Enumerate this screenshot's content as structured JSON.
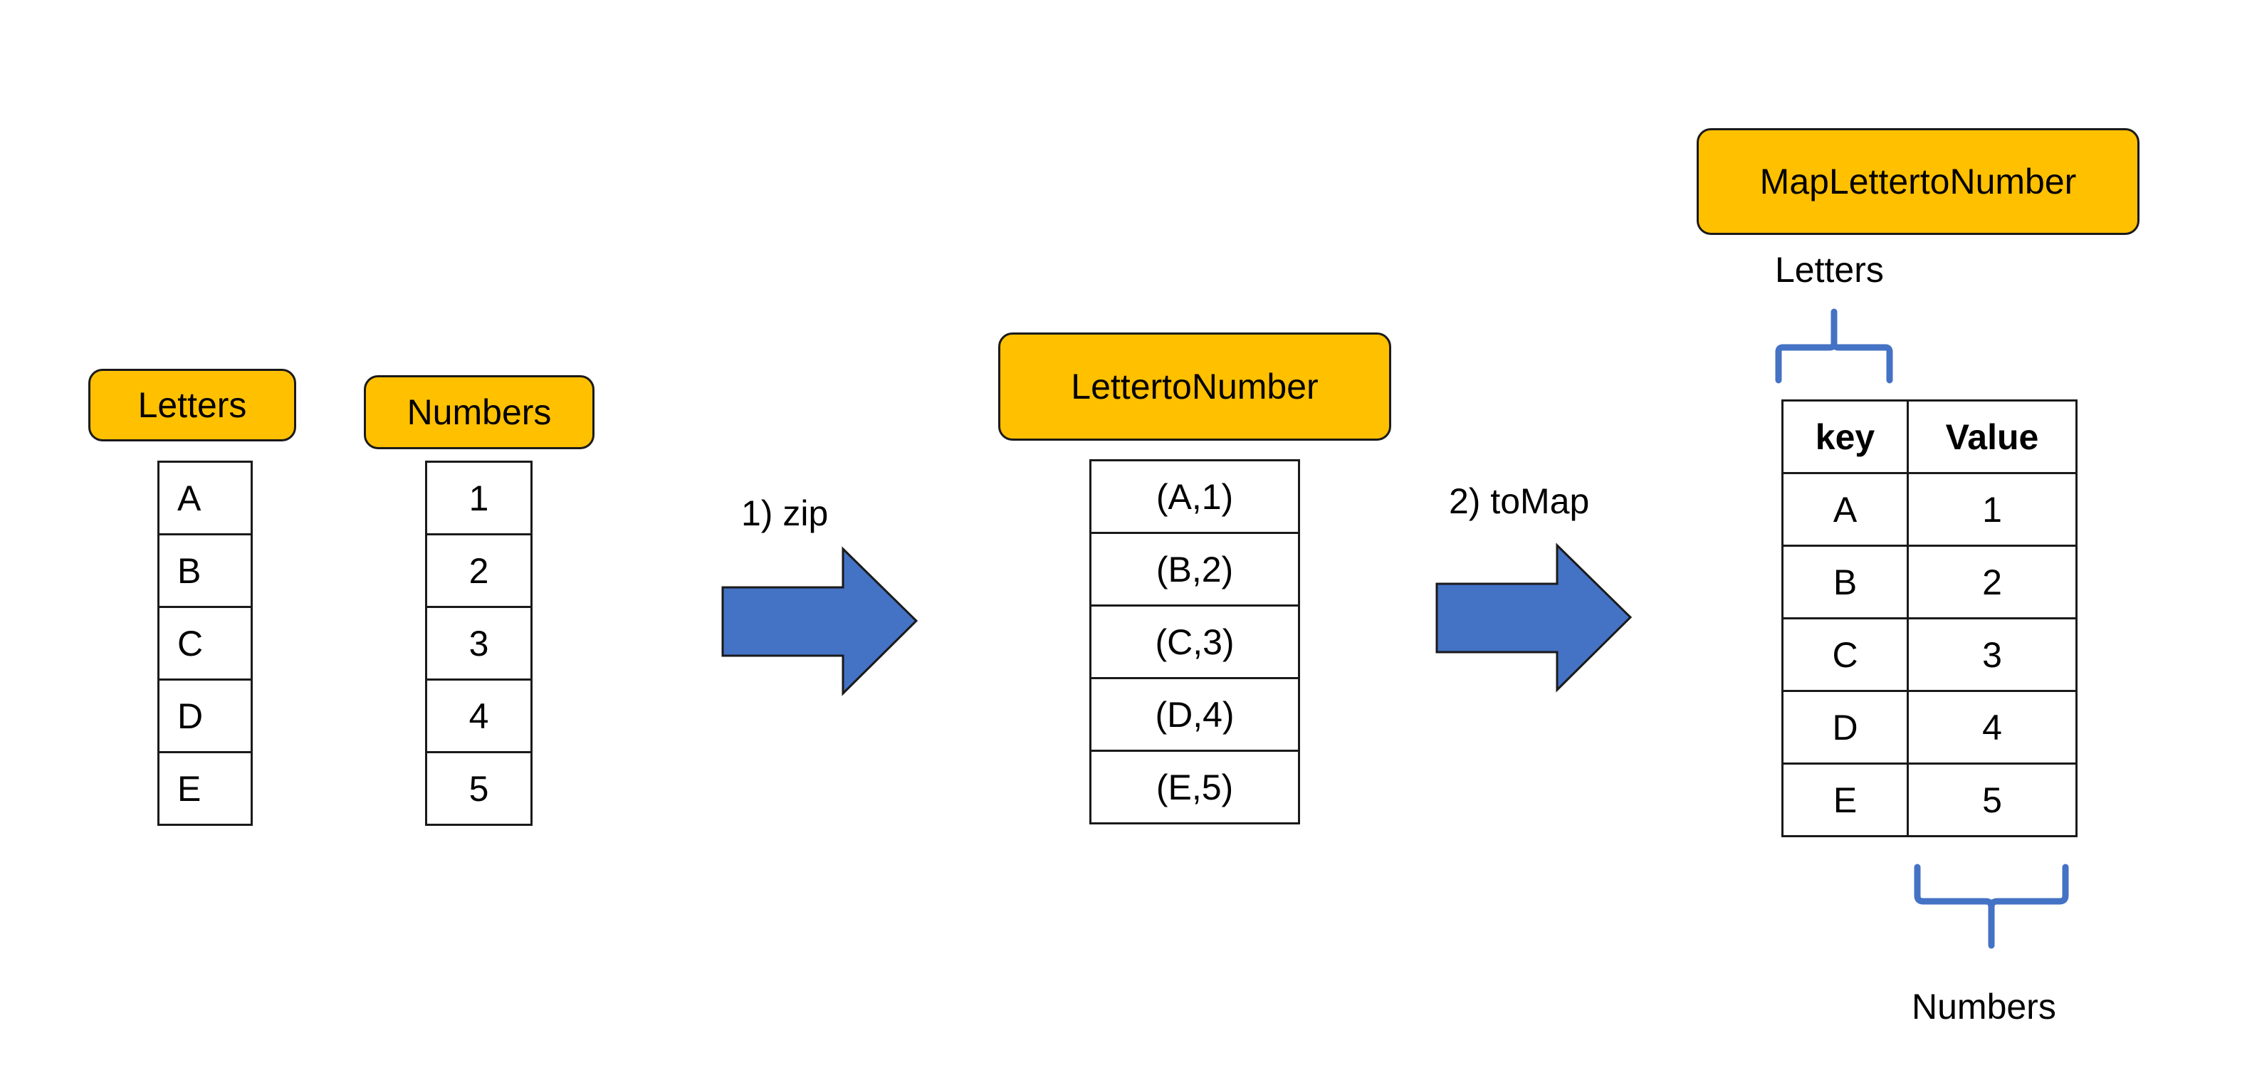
{
  "stage1": {
    "letters_title": "Letters",
    "letters": [
      "A",
      "B",
      "C",
      "D",
      "E"
    ],
    "numbers_title": "Numbers",
    "numbers": [
      "1",
      "2",
      "3",
      "4",
      "5"
    ]
  },
  "step1": {
    "label": "1) zip"
  },
  "stage2": {
    "title": "LettertoNumber",
    "pairs": [
      "(A,1)",
      "(B,2)",
      "(C,3)",
      "(D,4)",
      "(E,5)"
    ]
  },
  "step2": {
    "label": "2) toMap"
  },
  "stage3": {
    "title": "MapLettertoNumber",
    "keys_brace_label": "Letters",
    "values_brace_label": "Numbers",
    "headers": {
      "key": "key",
      "value": "Value"
    },
    "rows": [
      {
        "key": "A",
        "value": "1"
      },
      {
        "key": "B",
        "value": "2"
      },
      {
        "key": "C",
        "value": "3"
      },
      {
        "key": "D",
        "value": "4"
      },
      {
        "key": "E",
        "value": "5"
      }
    ]
  },
  "colors": {
    "label_fill": "#ffc000",
    "arrow_fill": "#4472c4",
    "brace_stroke": "#4472c4",
    "outline": "#1a1a1a"
  }
}
